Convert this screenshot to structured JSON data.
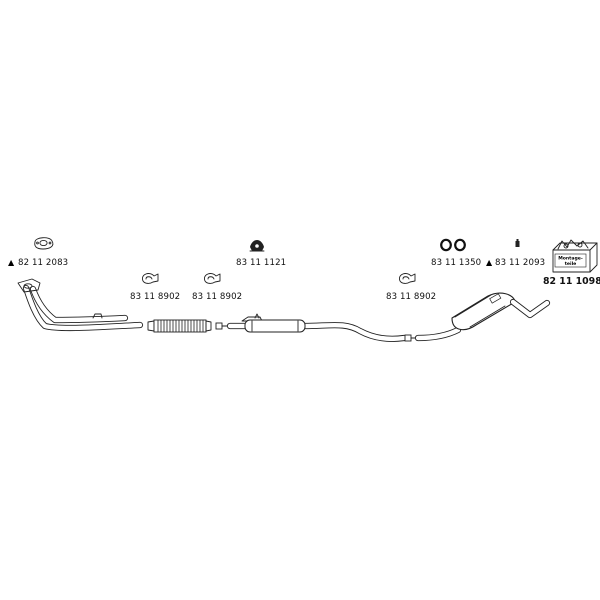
{
  "parts": {
    "gasket": {
      "number": "82 11 2083",
      "marker": "▲"
    },
    "clamp_left": {
      "number": "83 11 8902"
    },
    "clamp_mid": {
      "number": "83 11 8902"
    },
    "hanger_rubber": {
      "number": "83 11 1121"
    },
    "clamp_right": {
      "number": "83 11 8902"
    },
    "rubber_rings": {
      "number": "83 11 1350"
    },
    "paste": {
      "number": "83 11 2093",
      "marker": "▲"
    },
    "mounting_kit": {
      "number": "82 11 1098",
      "box_label": "Montage-teile"
    }
  },
  "colors": {
    "line": "#222222",
    "background": "#ffffff",
    "marker": "#111111"
  }
}
